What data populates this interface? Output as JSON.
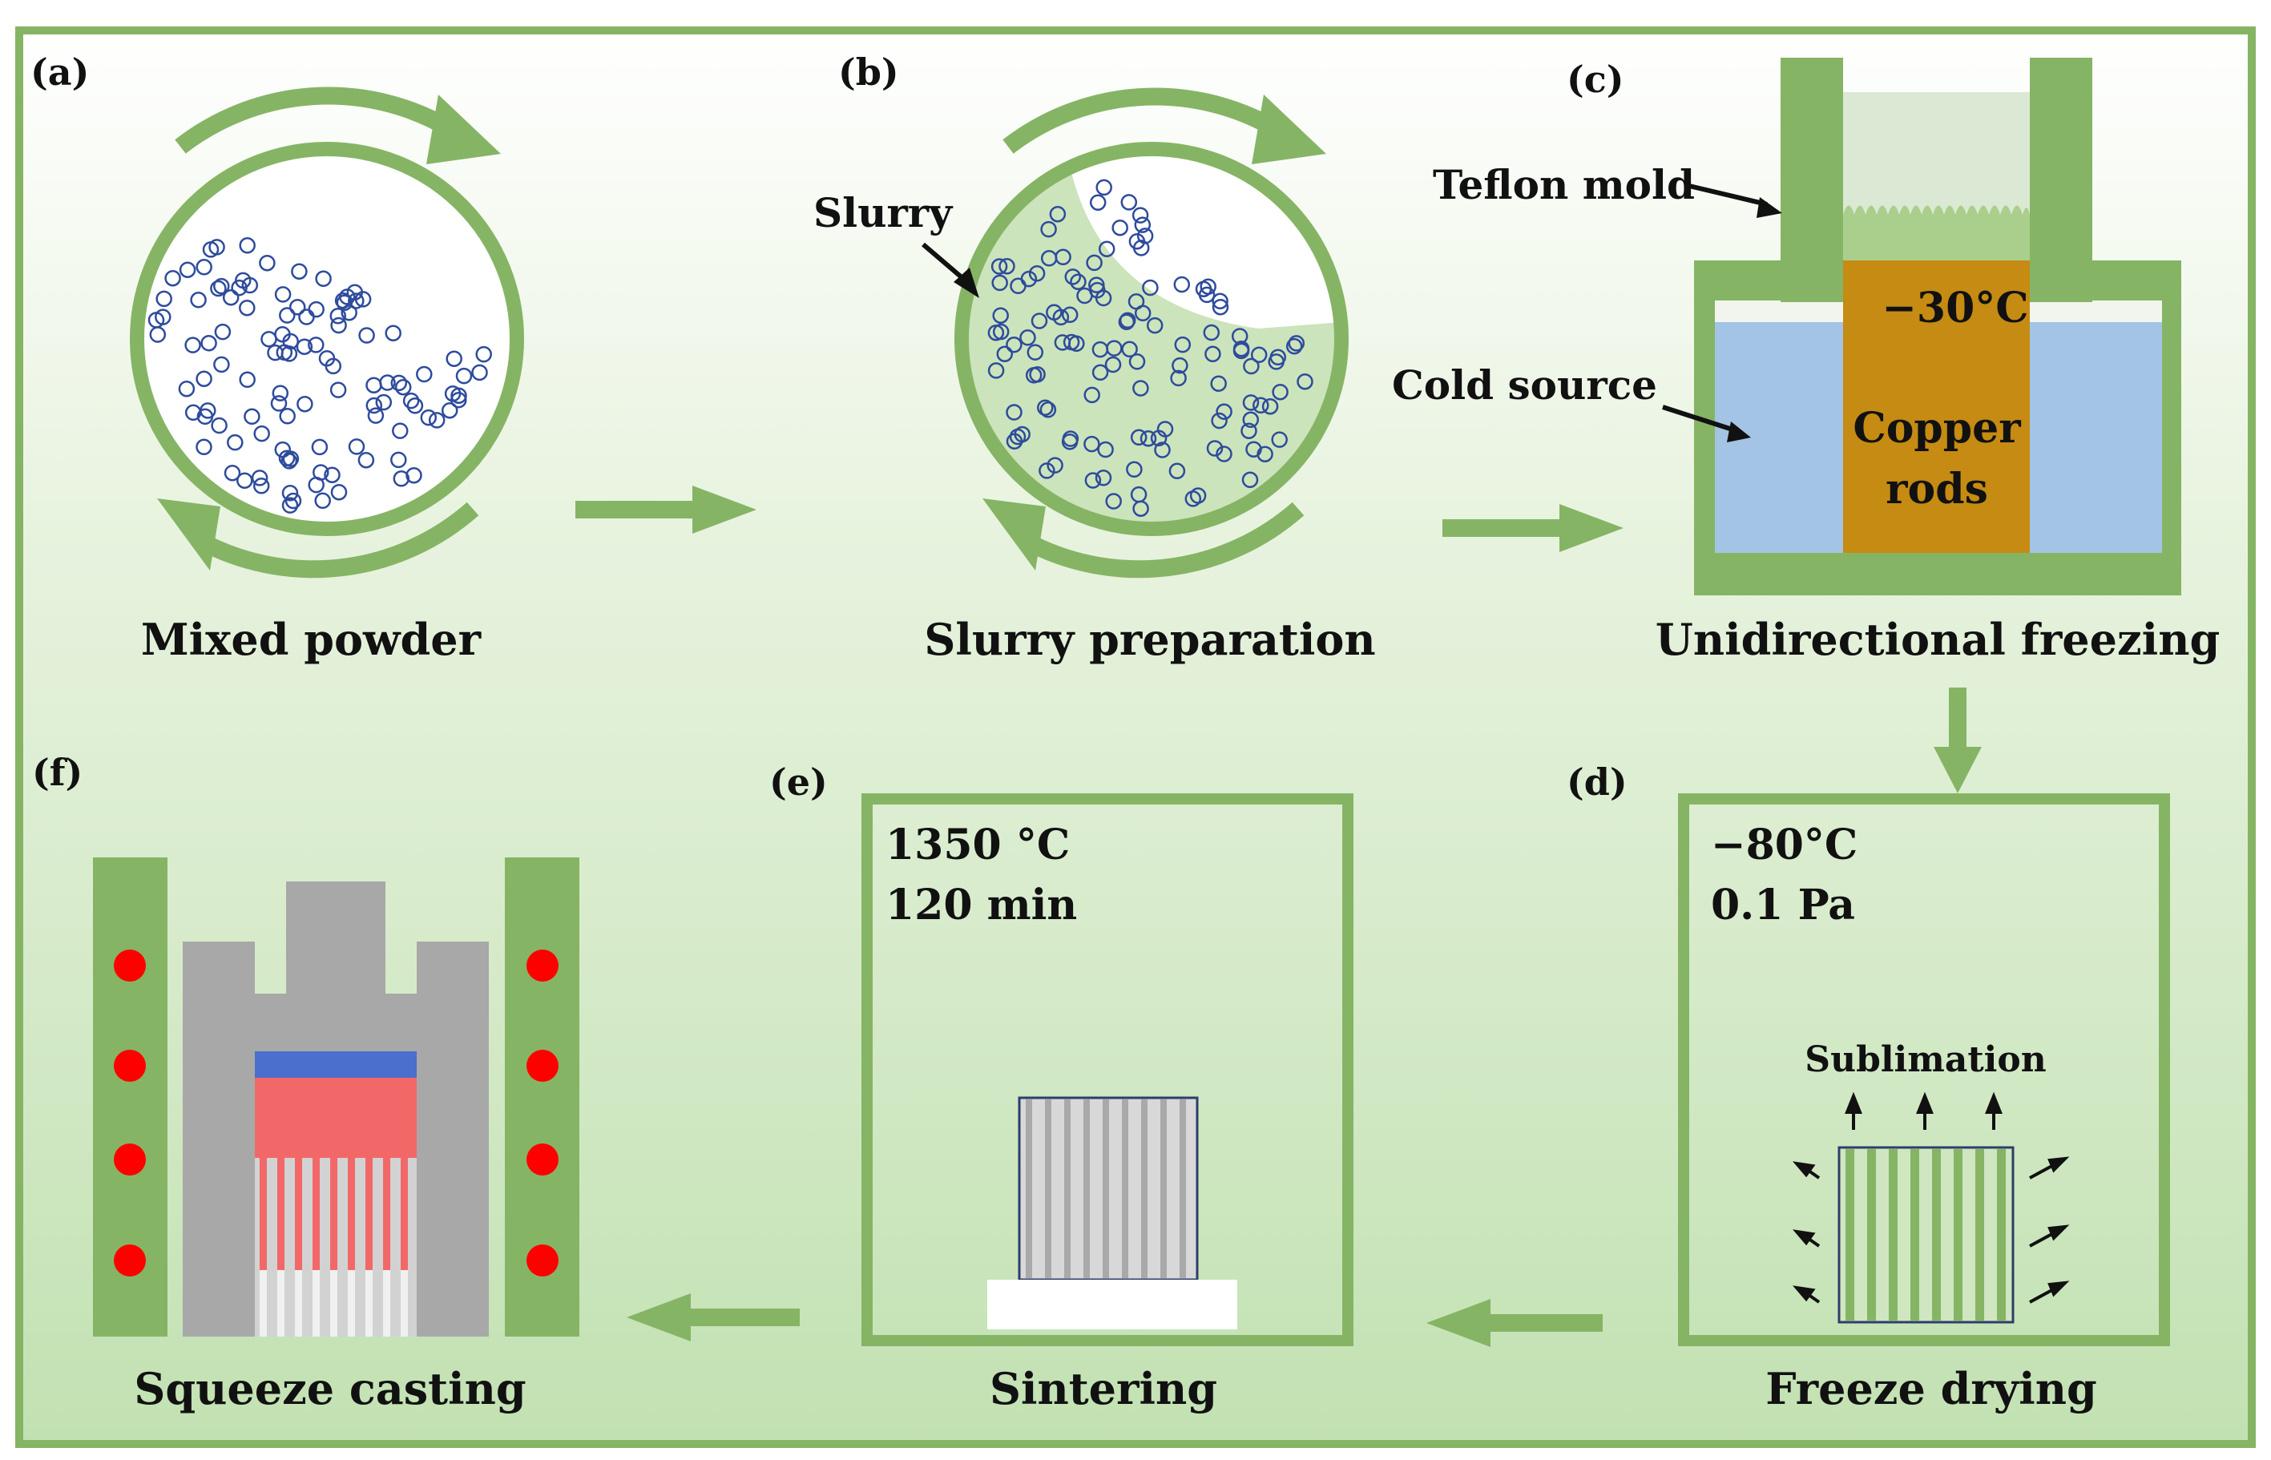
{
  "panels": {
    "a": {
      "letter": "(a)",
      "caption": "Mixed powder"
    },
    "b": {
      "letter": "(b)",
      "caption": "Slurry preparation",
      "label": "Slurry"
    },
    "c": {
      "letter": "(c)",
      "caption": "Unidirectional freezing",
      "mold_label": "Teflon mold",
      "cold_label": "Cold source",
      "temp": "−30°C",
      "rod_line1": "Copper",
      "rod_line2": "rods"
    },
    "d": {
      "letter": "(d)",
      "caption": "Freeze drying",
      "temp": "−80°C",
      "pressure": "0.1 Pa",
      "sublimation": "Sublimation"
    },
    "e": {
      "letter": "(e)",
      "caption": "Sintering",
      "temp": "1350 °C",
      "time": "120 min"
    },
    "f": {
      "letter": "(f)",
      "caption": "Squeeze casting"
    }
  },
  "colors": {
    "frame_green": "#86b465",
    "background_top": "#ffffff",
    "background_bottom": "#c2e1b2",
    "slurry_green": "#cbe4bb",
    "particle_blue": "#2e4b9c",
    "cold_blue": "#a3c4e4",
    "copper": "#c58b12",
    "die_gray": "#a8a8a8",
    "heater_red": "#ff0000",
    "melt_red": "#f26868",
    "punch_blue": "#4a6fcc"
  }
}
